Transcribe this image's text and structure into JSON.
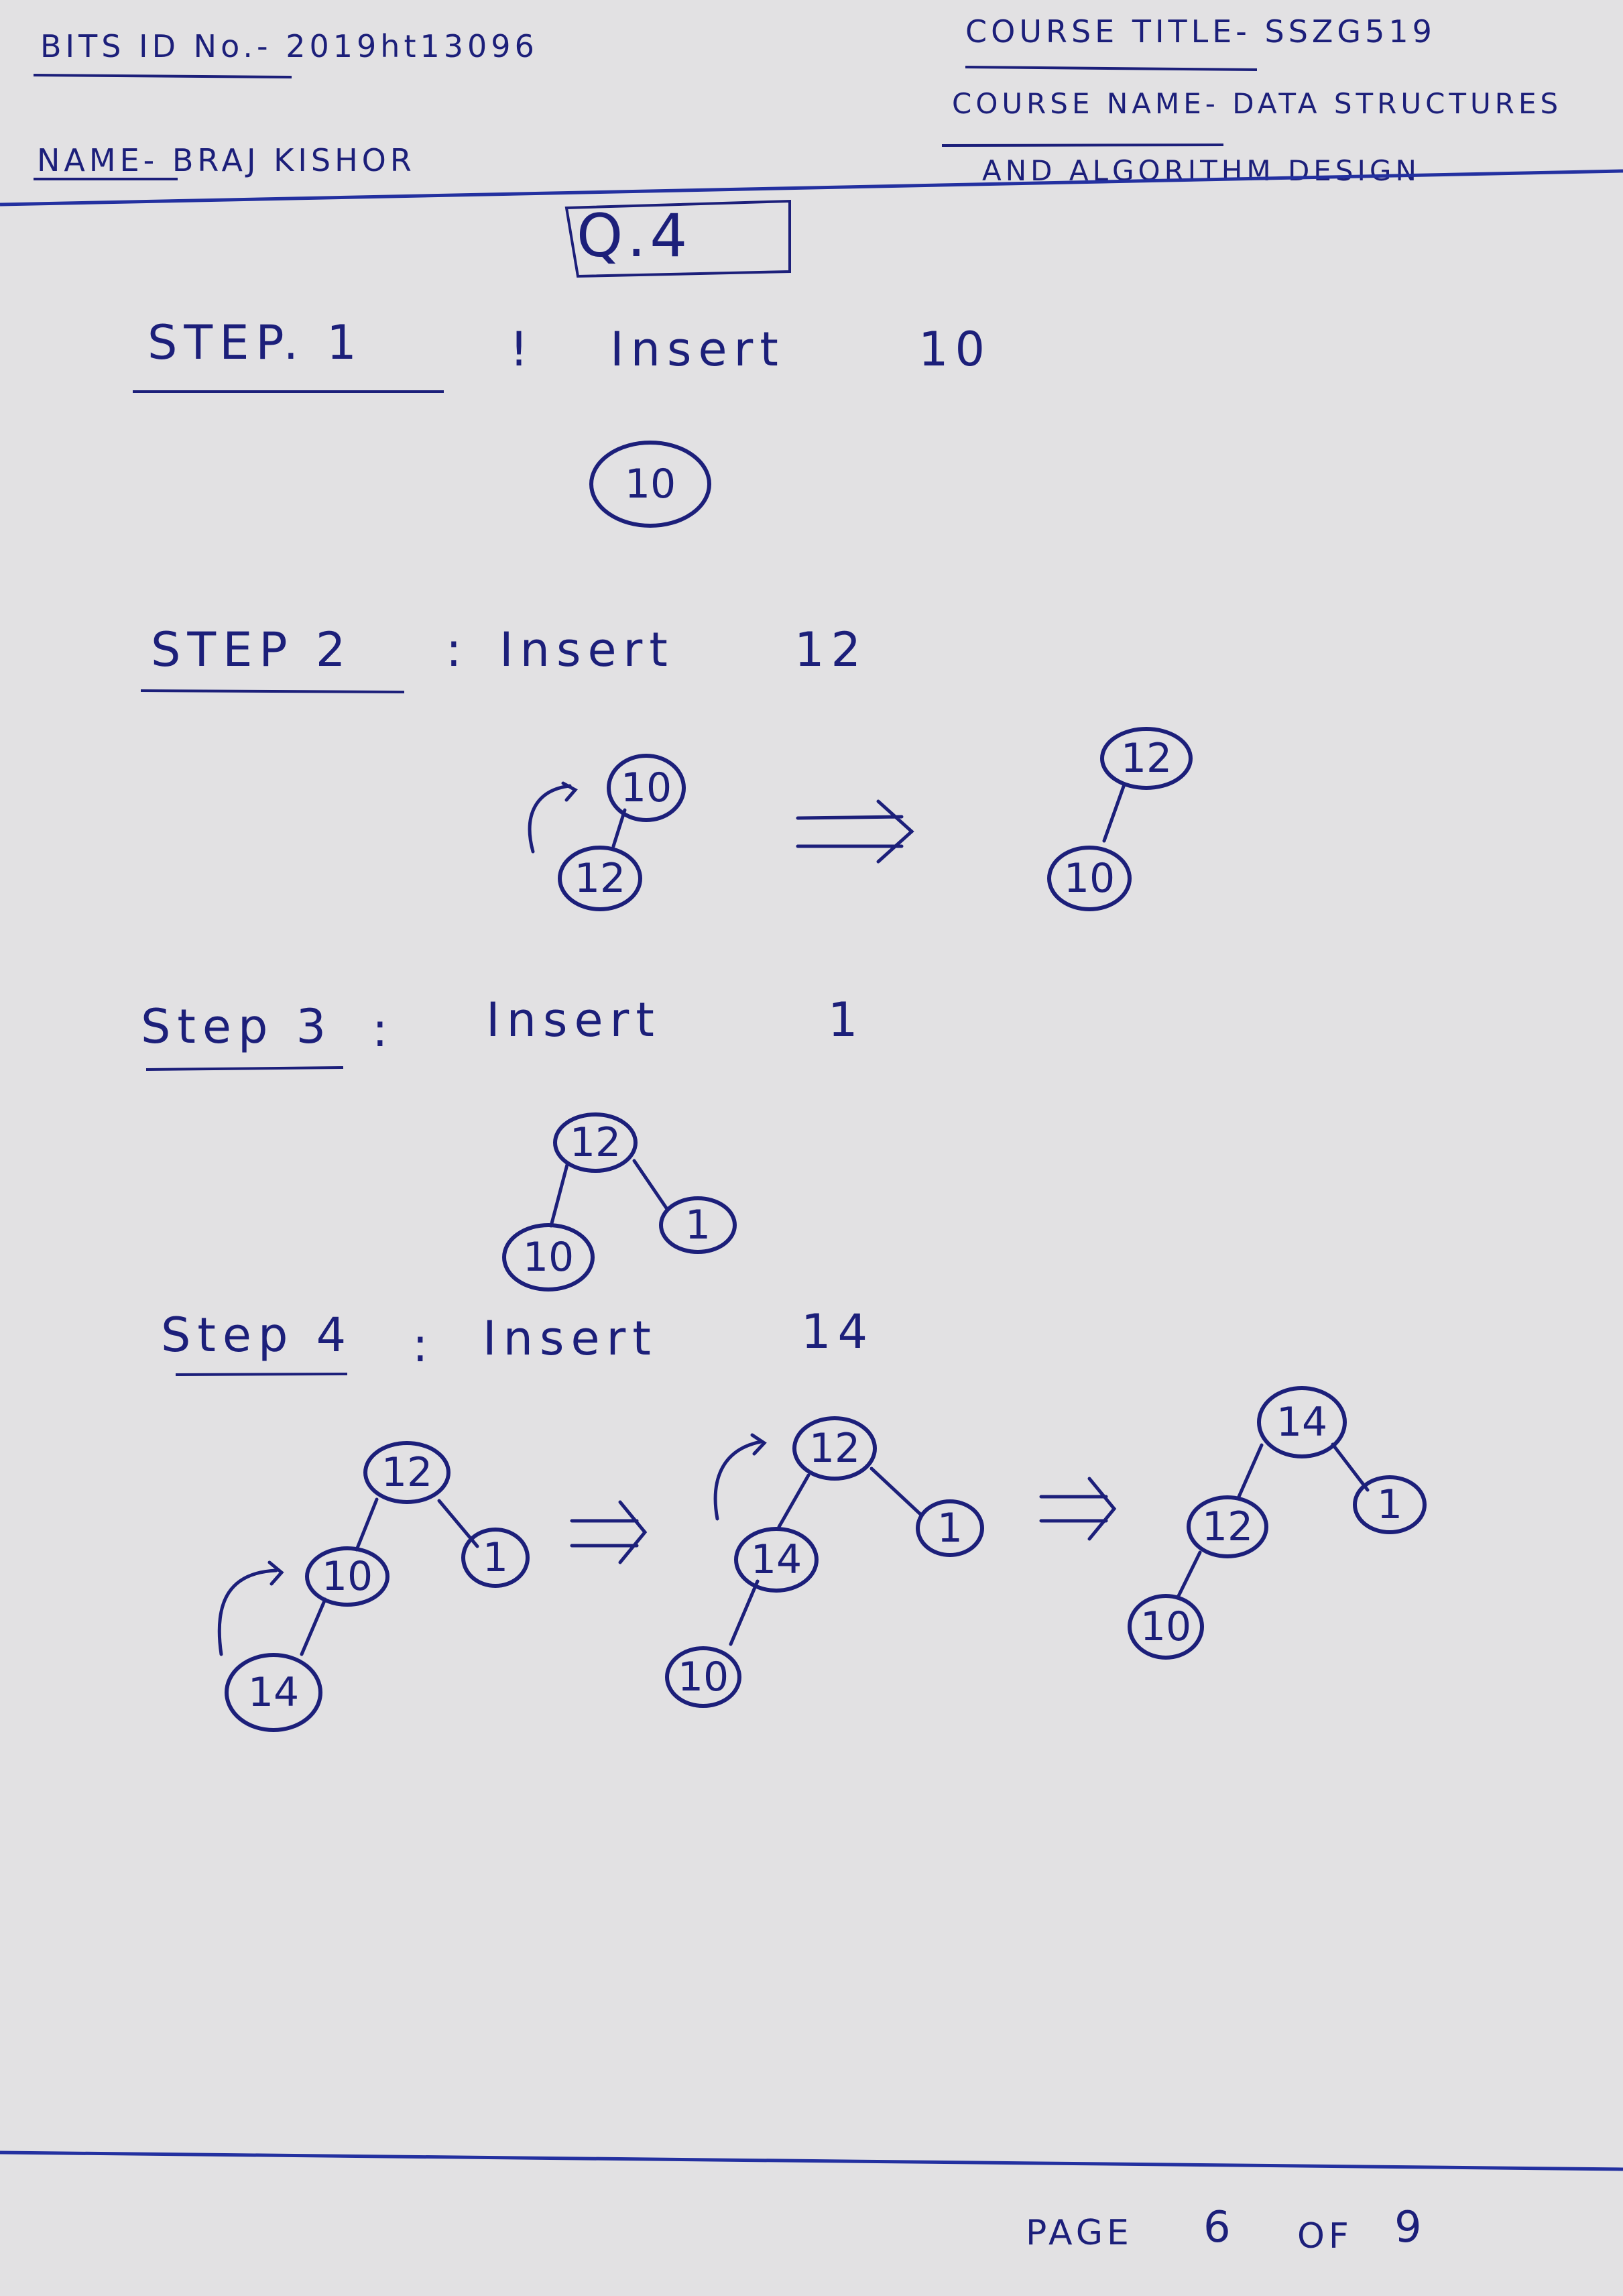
{
  "header": {
    "bits_id": "BITS ID No.- 2019ht13096",
    "name": "NAME- BRAJ KISHOR",
    "course_title": "COURSE TITLE- SSZG519",
    "course_name_line1": "COURSE NAME- DATA STRUCTURES",
    "course_name_line2": "AND ALGORITHM DESIGN"
  },
  "question": "Q.4",
  "steps": [
    {
      "label": "STEP. 1",
      "sep": "!",
      "action": "Insert",
      "value": "10"
    },
    {
      "label": "STEP 2",
      "sep": ":",
      "action": "Insert",
      "value": "12"
    },
    {
      "label": "Step 3",
      "sep": ":",
      "action": "Insert",
      "value": "1"
    },
    {
      "label": "Step 4",
      "sep": ":",
      "action": "Insert",
      "value": "14"
    }
  ],
  "trees": [
    {
      "id": "s1",
      "nodes": [
        "10"
      ]
    },
    {
      "id": "s2a",
      "nodes": [
        "10",
        "12"
      ]
    },
    {
      "id": "s2b",
      "nodes": [
        "12",
        "10"
      ]
    },
    {
      "id": "s3",
      "nodes": [
        "12",
        "10",
        "1"
      ]
    },
    {
      "id": "s4a",
      "nodes": [
        "12",
        "10",
        "1",
        "14"
      ]
    },
    {
      "id": "s4b",
      "nodes": [
        "12",
        "14",
        "1",
        "10"
      ]
    },
    {
      "id": "s4c",
      "nodes": [
        "14",
        "12",
        "1",
        "10"
      ]
    }
  ],
  "arrow_symbol": "⇒",
  "footer": {
    "page_label": "PAGE",
    "page_number": "6",
    "of_label": "OF",
    "total_pages": "9"
  },
  "colors": {
    "ink": "#1c1f7a",
    "paper": "#e2e1e3",
    "rule": "#2330a0"
  }
}
